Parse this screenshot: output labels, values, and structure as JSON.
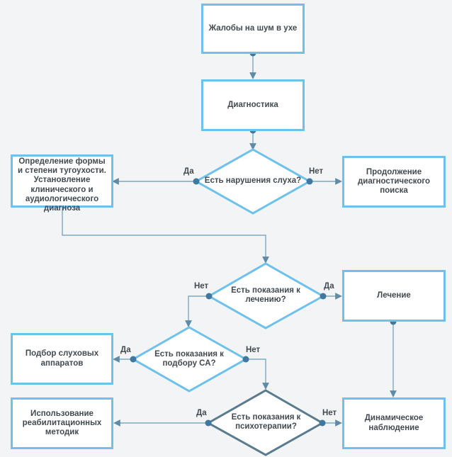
{
  "nodes": {
    "complaint": "Жалобы на шум в ухе",
    "diagnostics": "Диагностика",
    "hearing_q": "Есть нарушения слуха?",
    "determine": "Определение формы и степени тугоухости. Установление клинического и аудиологического диагноза",
    "continue_search": "Продолжение диагностического поиска",
    "treatment_q": "Есть показания к лечению?",
    "treatment": "Лечение",
    "hearing_aid_q": "Есть показания к подбору СА?",
    "hearing_aids": "Подбор слуховых аппаратов",
    "psychotherapy_q": "Есть показания к психотерапии?",
    "rehab": "Использование реабилитационных методик",
    "observation": "Динамическое наблюдение"
  },
  "labels": {
    "yes": "Да",
    "no": "Нет"
  },
  "colors": {
    "box_border": "#6ec1ea",
    "dark_border": "#5a7a8e",
    "connector": "#5e8ca8",
    "text": "#424a50",
    "background": "#f2f4f5"
  }
}
